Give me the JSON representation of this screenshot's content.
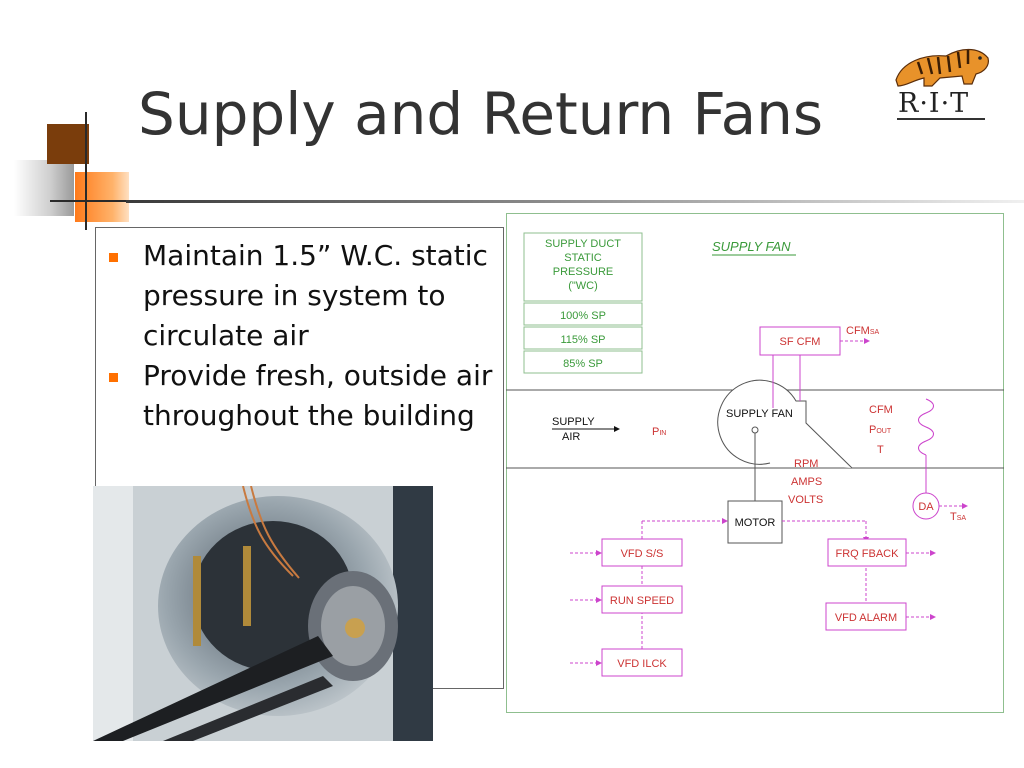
{
  "slide": {
    "title": "Supply and Return Fans",
    "bullets": [
      "Maintain 1.5” W.C. static pressure in system to circulate air",
      "Provide fresh, outside air throughout the building"
    ],
    "logo": {
      "text": "R·I·T",
      "icon": "tiger-logo-icon"
    }
  },
  "diagram": {
    "title": "SUPPLY FAN",
    "pressure_box": [
      "SUPPLY DUCT",
      "STATIC",
      "PRESSURE",
      "(\"WC)"
    ],
    "setpoints": [
      "100% SP",
      "115% SP",
      "85% SP"
    ],
    "supply_air": [
      "SUPPLY",
      "AIR"
    ],
    "p_in": {
      "main": "P",
      "sub": "IN"
    },
    "fan_label": "SUPPLY FAN",
    "sf_cfm": "SF CFM",
    "cfm_sa": {
      "main": "CFM",
      "sub": "SA"
    },
    "right_readouts": {
      "cfm": "CFM",
      "pout_main": "P",
      "pout_sub": "OUT",
      "t": "T"
    },
    "motor_readouts": [
      "RPM",
      "AMPS",
      "VOLTS"
    ],
    "motor": "MOTOR",
    "da": "DA",
    "t_sa": {
      "main": "T",
      "sub": "SA"
    },
    "left_boxes": [
      "VFD S/S",
      "RUN SPEED",
      "VFD ILCK"
    ],
    "right_boxes": [
      "FRQ FBACK",
      "VFD ALARM"
    ]
  },
  "colors": {
    "accent_orange": "#ff7000",
    "diagram_magenta": "#cc44cc",
    "diagram_green": "#3a9a3a",
    "diagram_red": "#cc3333"
  }
}
